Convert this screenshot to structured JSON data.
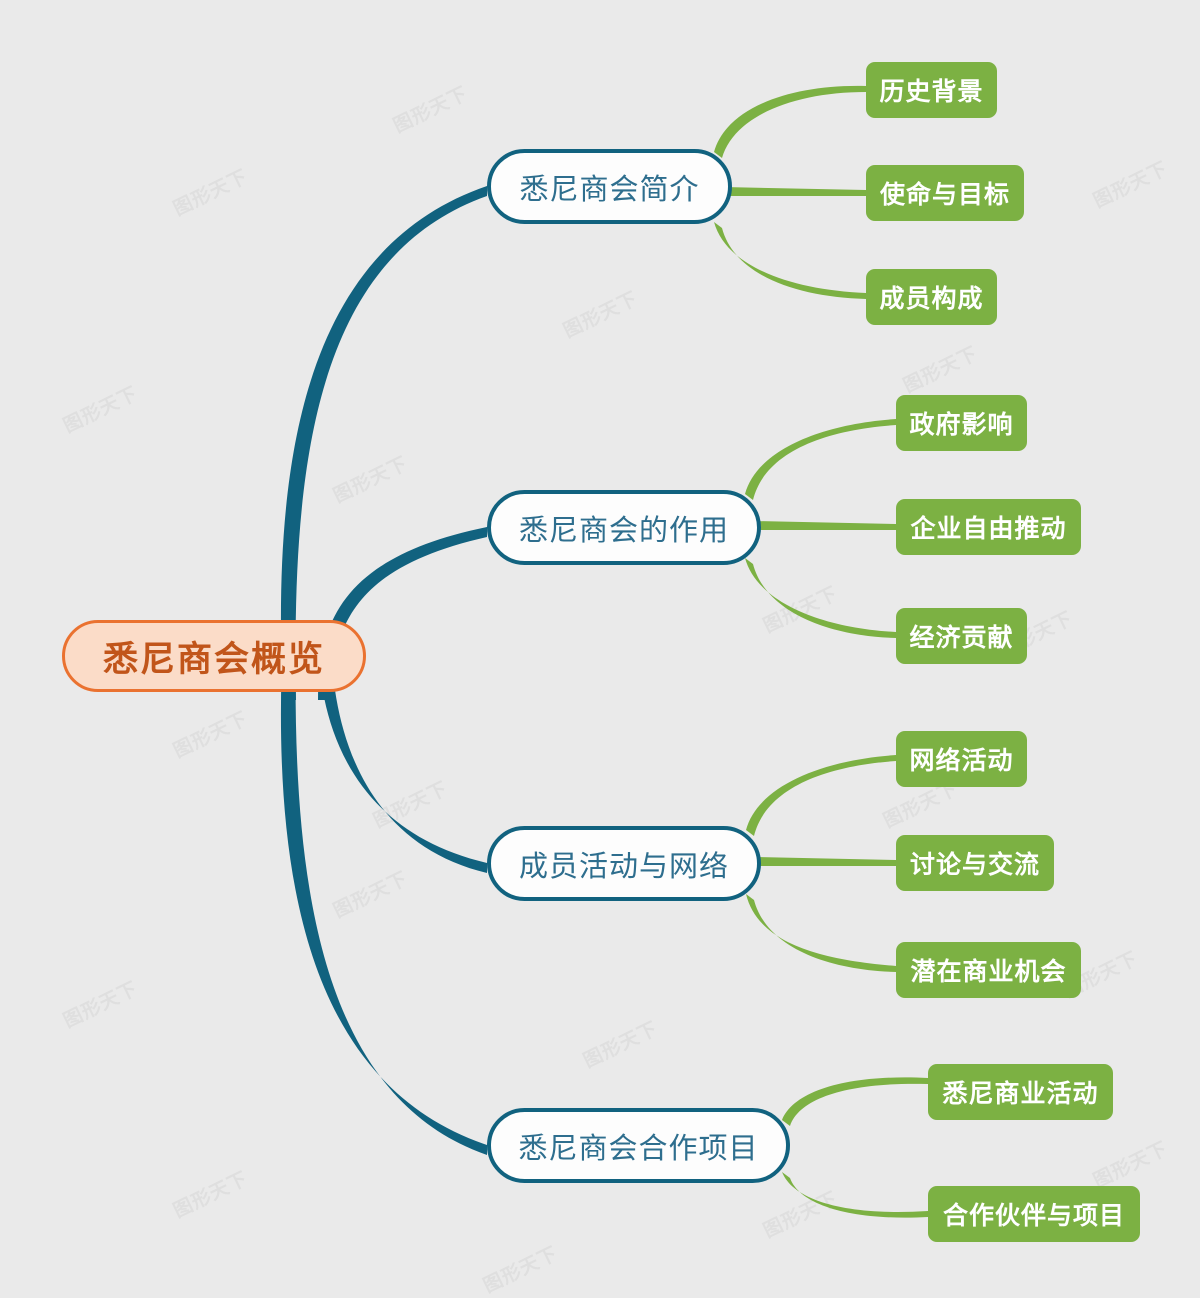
{
  "diagram": {
    "type": "mind-map",
    "title": "悉尼商会概览",
    "background_color": "#eaeaea",
    "watermark_text": "图形天下",
    "colors": {
      "root_fill": "#fbdcc8",
      "root_border": "#ea7230",
      "root_text": "#c1551a",
      "branch_fill": "#fdfdfd",
      "branch_border": "#11627f",
      "branch_text": "#2e6e8e",
      "leaf_fill": "#7cb143",
      "leaf_text": "#ffffff",
      "trunk_color": "#11627f",
      "twig_color": "#7cb143"
    },
    "root": {
      "label": "悉尼商会概览"
    },
    "branches": [
      {
        "label": "悉尼商会简介",
        "leaves": [
          {
            "label": "历史背景"
          },
          {
            "label": "使命与目标"
          },
          {
            "label": "成员构成"
          }
        ]
      },
      {
        "label": "悉尼商会的作用",
        "leaves": [
          {
            "label": "政府影响"
          },
          {
            "label": "企业自由推动"
          },
          {
            "label": "经济贡献"
          }
        ]
      },
      {
        "label": "成员活动与网络",
        "leaves": [
          {
            "label": "网络活动"
          },
          {
            "label": "讨论与交流"
          },
          {
            "label": "潜在商业机会"
          }
        ]
      },
      {
        "label": "悉尼商会合作项目",
        "leaves": [
          {
            "label": "悉尼商业活动"
          },
          {
            "label": "合作伙伴与项目"
          }
        ]
      }
    ]
  }
}
